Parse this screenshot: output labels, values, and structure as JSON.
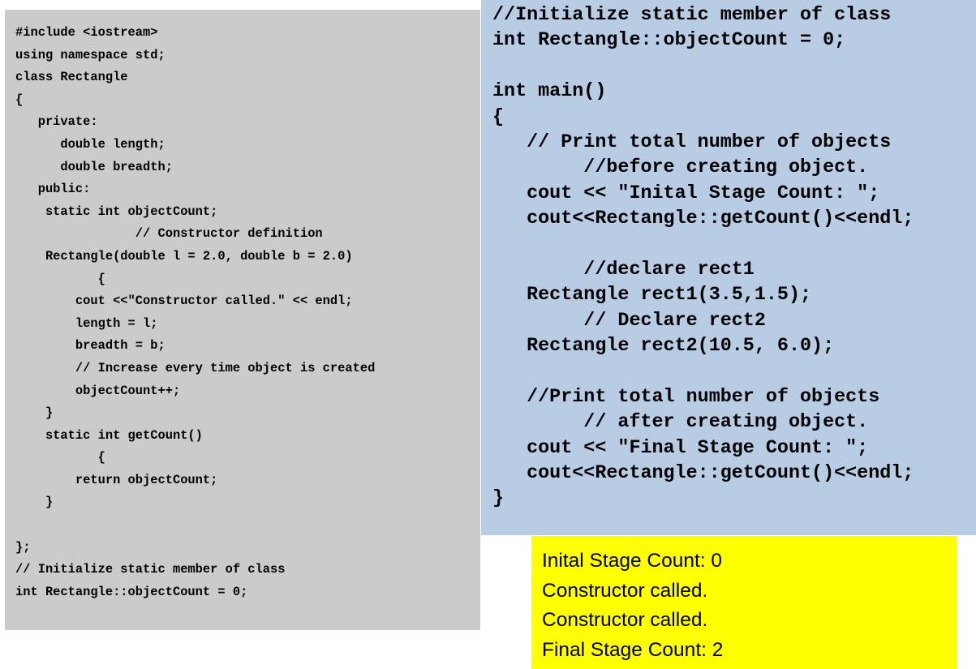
{
  "slide": {
    "colors": {
      "left_panel_bg": "#cbcbcb",
      "right_panel_bg": "#b8cce4",
      "output_panel_bg": "#ffff00",
      "text": "#000000"
    },
    "class_code_lines": [
      "#include <iostream>",
      "using namespace std;",
      "class Rectangle",
      "{",
      "   private:",
      "      double length;",
      "      double breadth;",
      "   public:",
      "    static int objectCount;",
      "                // Constructor definition",
      "    Rectangle(double l = 2.0, double b = 2.0)",
      "           {",
      "        cout <<\"Constructor called.\" << endl;",
      "        length = l;",
      "        breadth = b;",
      "        // Increase every time object is created",
      "        objectCount++;",
      "    }",
      "    static int getCount()",
      "           {",
      "        return objectCount;",
      "    }",
      "",
      "};",
      "// Initialize static member of class",
      "int Rectangle::objectCount = 0;"
    ],
    "main_code_lines": [
      "//Initialize static member of class",
      "int Rectangle::objectCount = 0;",
      "",
      "int main()",
      "{",
      "   // Print total number of objects",
      "        //before creating object.",
      "   cout << \"Inital Stage Count: \";",
      "   cout<<Rectangle::getCount()<<endl;",
      "",
      "        //declare rect1",
      "   Rectangle rect1(3.5,1.5);",
      "        // Declare rect2",
      "   Rectangle rect2(10.5, 6.0);",
      "",
      "   //Print total number of objects",
      "        // after creating object.",
      "   cout << \"Final Stage Count: \";",
      "   cout<<Rectangle::getCount()<<endl;",
      "}"
    ],
    "output_lines": [
      "Inital Stage Count: 0",
      "Constructor called.",
      "Constructor called.",
      "Final Stage Count: 2"
    ]
  }
}
